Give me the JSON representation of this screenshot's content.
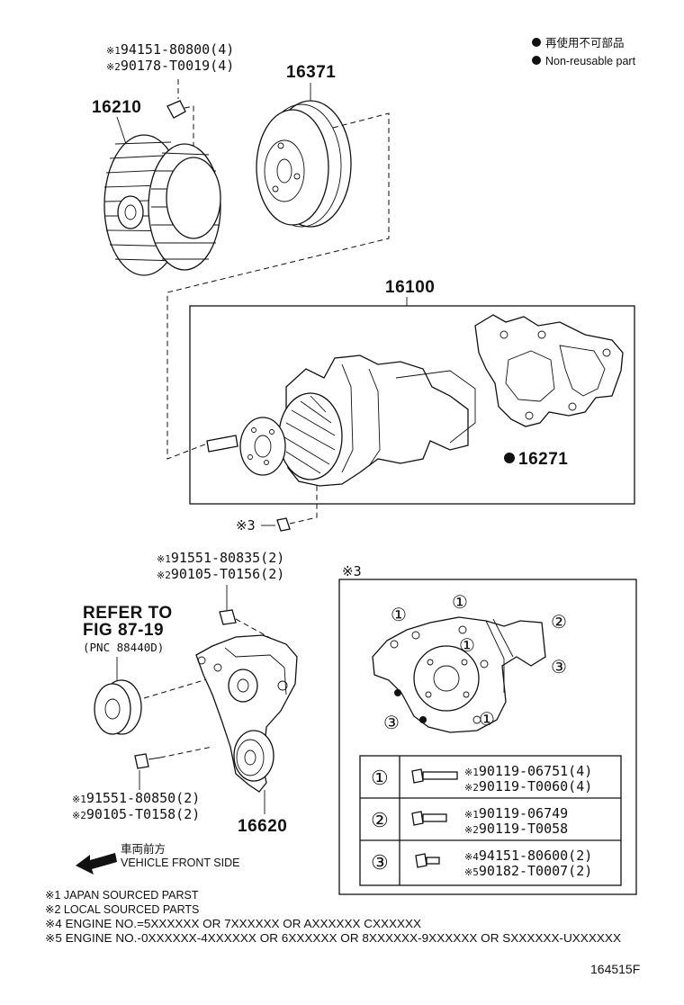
{
  "legend": {
    "jp": "再使用不可部品",
    "en": "Non-reusable part"
  },
  "parts": {
    "fan_clutch": "16210",
    "pulley": "16371",
    "water_pump": "16100",
    "gasket": "16271",
    "idler": "16620"
  },
  "fan_bolts": [
    {
      "mark": "※1",
      "pn": "94151-80800(4)"
    },
    {
      "mark": "※2",
      "pn": "90178-T0019(4)"
    }
  ],
  "pump_bolt_mark": "※3",
  "bracket_bolts_top": [
    {
      "mark": "※1",
      "pn": "91551-80835(2)"
    },
    {
      "mark": "※2",
      "pn": "90105-T0156(2)"
    }
  ],
  "bracket_bolts_bottom": [
    {
      "mark": "※1",
      "pn": "91551-80850(2)"
    },
    {
      "mark": "※2",
      "pn": "90105-T0158(2)"
    }
  ],
  "refer": {
    "line1": "REFER TO",
    "line2": "FIG 87-19",
    "line3": "(PNC 88440D)"
  },
  "inset": {
    "label": "※3",
    "callouts": [
      "①",
      "①",
      "①",
      "①",
      "②",
      "③",
      "③"
    ]
  },
  "bolt_table": [
    {
      "num": "①",
      "items": [
        {
          "mark": "※1",
          "pn": "90119-06751(4)"
        },
        {
          "mark": "※2",
          "pn": "90119-T0060(4)"
        }
      ]
    },
    {
      "num": "②",
      "items": [
        {
          "mark": "※1",
          "pn": "90119-06749"
        },
        {
          "mark": "※2",
          "pn": "90119-T0058"
        }
      ]
    },
    {
      "num": "③",
      "items": [
        {
          "mark": "※4",
          "pn": "94151-80600(2)"
        },
        {
          "mark": "※5",
          "pn": "90182-T0007(2)"
        }
      ]
    }
  ],
  "front": {
    "jp": "車両前方",
    "en": "VEHICLE FRONT SIDE"
  },
  "footnotes": [
    "※1 JAPAN SOURCED PARST",
    "※2 LOCAL SOURCED PARTS",
    "※4 ENGINE NO.=5XXXXXX OR 7XXXXXX OR AXXXXXX  CXXXXXX",
    "※5 ENGINE NO.-0XXXXXX-4XXXXXX OR 6XXXXXX OR 8XXXXXX-9XXXXXX OR SXXXXXX-UXXXXXX"
  ],
  "figure_code": "164515F"
}
